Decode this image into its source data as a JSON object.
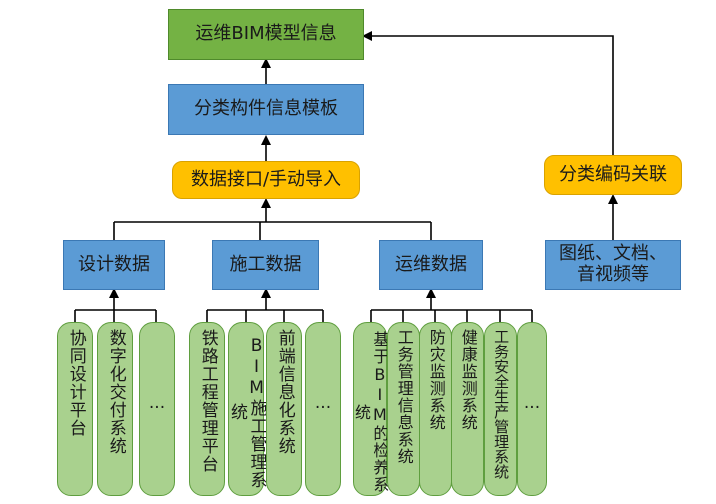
{
  "nodes": {
    "top": "运维BIM模型信息",
    "template": "分类构件信息模板",
    "interface": "数据接口/手动导入",
    "classify": "分类编码关联",
    "design": "设计数据",
    "construction": "施工数据",
    "operation": "运维数据",
    "docs": "图纸、文档、音视频等"
  },
  "leaves": {
    "design": [
      "协同设计平台",
      "数字化交付系统",
      "···"
    ],
    "construction": [
      "铁路工程管理平台",
      "BIM施工管理系统",
      "前端信息化系统",
      "···"
    ],
    "operation": [
      "基于BIM的检养系统",
      "工务管理信息系统",
      "防灾监测系统",
      "健康监测系统",
      "工务安全生产管理系统",
      "···"
    ]
  },
  "colors": {
    "green": "#74b244",
    "blue": "#5b9bd5",
    "yellow": "#ffc000",
    "leaf": "#a9d18e",
    "line": "#000000"
  }
}
